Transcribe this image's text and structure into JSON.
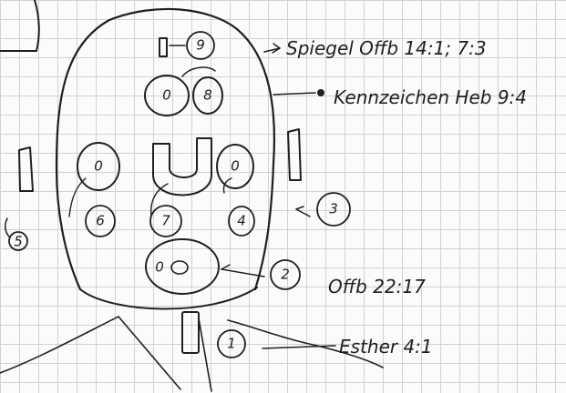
{
  "annotations": {
    "spiegel": "Spiegel Offb 14:1; 7:3",
    "kennzeichen": "Kennzeichen Heb 9:4",
    "offb": "Offb 22:17",
    "esther": "Esther 4:1"
  },
  "labels": {
    "n1": "1",
    "n2": "2",
    "n3": "3",
    "n4": "4",
    "n5": "5",
    "n6": "6",
    "n7": "7",
    "n8": "8",
    "n9": "9",
    "zero_a": "0",
    "zero_b": "0",
    "zero_c": "0",
    "zero_mouth": "0"
  }
}
